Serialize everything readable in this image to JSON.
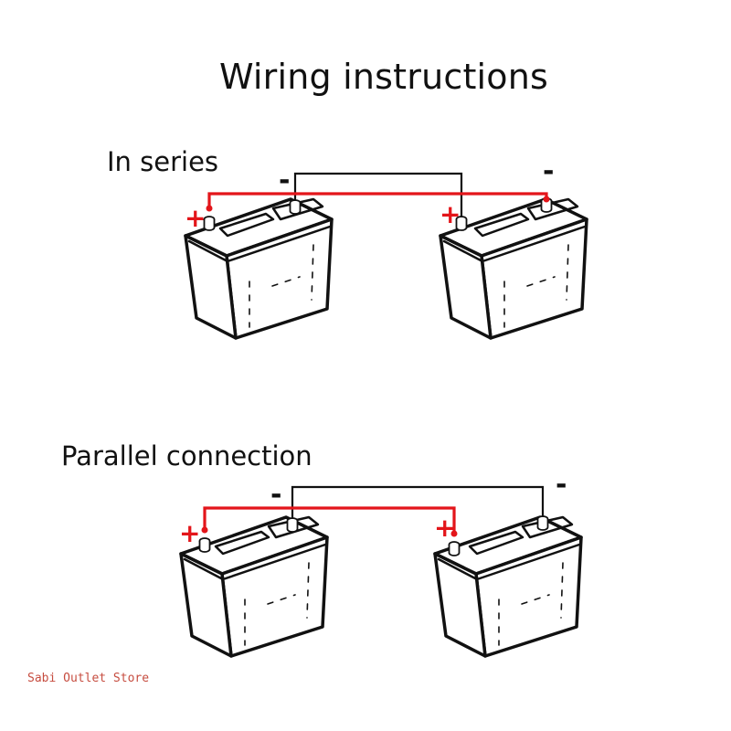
{
  "title": "Wiring instructions",
  "sections": {
    "series": {
      "label": "In series",
      "signs": [
        "+",
        "-",
        "+",
        "-"
      ]
    },
    "parallel": {
      "label": "Parallel connection",
      "signs": [
        "+",
        "-",
        "+",
        "-"
      ]
    }
  },
  "watermark": "Sabi Outlet Store",
  "colors": {
    "positive_wire": "#e3151a",
    "negative_wire": "#111111"
  },
  "icons": [
    "battery-icon"
  ]
}
